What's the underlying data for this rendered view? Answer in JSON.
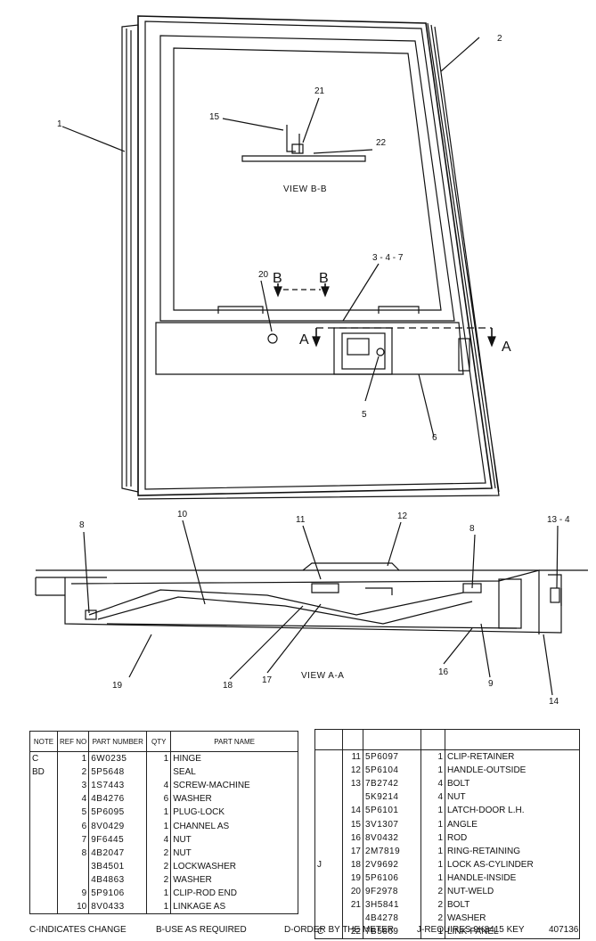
{
  "drawing": {
    "callouts": {
      "c1": "1",
      "c2": "2",
      "c21": "21",
      "c15": "15",
      "c22": "22",
      "c20": "20",
      "c347": "3 - 4 - 7",
      "c5": "5",
      "c6": "6",
      "c8a": "8",
      "c10": "10",
      "c11": "11",
      "c12": "12",
      "c8b": "8",
      "c134": "13 - 4",
      "c19": "19",
      "c18": "18",
      "c17": "17",
      "c16": "16",
      "c9": "9",
      "c14": "14"
    },
    "section_letters": {
      "b_left": "B",
      "b_right": "B",
      "a_left": "A",
      "a_right": "A"
    },
    "view_bb": "VIEW B-B",
    "view_aa": "VIEW A-A"
  },
  "table_headers": {
    "note": "NOTE",
    "ref_no": "REF NO",
    "part_number": "PART NUMBER",
    "qty": "QTY",
    "part_name": "PART NAME"
  },
  "parts_left": [
    {
      "note": "C",
      "ref": "1",
      "pn": "6W0235",
      "qty": "1",
      "name": "HINGE"
    },
    {
      "note": "BD",
      "ref": "2",
      "pn": "5P5648",
      "qty": "",
      "name": "SEAL"
    },
    {
      "note": "",
      "ref": "3",
      "pn": "1S7443",
      "qty": "4",
      "name": "SCREW-MACHINE"
    },
    {
      "note": "",
      "ref": "4",
      "pn": "4B4276",
      "qty": "6",
      "name": "WASHER"
    },
    {
      "note": "",
      "ref": "5",
      "pn": "5P6095",
      "qty": "1",
      "name": "PLUG-LOCK"
    },
    {
      "note": "",
      "ref": "6",
      "pn": "8V0429",
      "qty": "1",
      "name": "CHANNEL AS"
    },
    {
      "note": "",
      "ref": "7",
      "pn": "9F6445",
      "qty": "4",
      "name": "NUT"
    },
    {
      "note": "",
      "ref": "8",
      "pn": "4B2047",
      "qty": "2",
      "name": "NUT"
    },
    {
      "note": "",
      "ref": "",
      "pn": "3B4501",
      "qty": "2",
      "name": "LOCKWASHER"
    },
    {
      "note": "",
      "ref": "",
      "pn": "4B4863",
      "qty": "2",
      "name": "WASHER"
    },
    {
      "note": "",
      "ref": "9",
      "pn": "5P9106",
      "qty": "1",
      "name": "CLIP-ROD END"
    },
    {
      "note": "",
      "ref": "10",
      "pn": "8V0433",
      "qty": "1",
      "name": "LINKAGE AS"
    }
  ],
  "parts_right": [
    {
      "note": "",
      "ref": "11",
      "pn": "5P6097",
      "qty": "1",
      "name": "CLIP-RETAINER"
    },
    {
      "note": "",
      "ref": "12",
      "pn": "5P6104",
      "qty": "1",
      "name": "HANDLE-OUTSIDE"
    },
    {
      "note": "",
      "ref": "13",
      "pn": "7B2742",
      "qty": "4",
      "name": "BOLT"
    },
    {
      "note": "",
      "ref": "",
      "pn": "5K9214",
      "qty": "4",
      "name": "NUT"
    },
    {
      "note": "",
      "ref": "14",
      "pn": "5P6101",
      "qty": "1",
      "name": "LATCH-DOOR L.H."
    },
    {
      "note": "",
      "ref": "15",
      "pn": "3V1307",
      "qty": "1",
      "name": "ANGLE"
    },
    {
      "note": "",
      "ref": "16",
      "pn": "8V0432",
      "qty": "1",
      "name": "ROD"
    },
    {
      "note": "",
      "ref": "17",
      "pn": "2M7819",
      "qty": "1",
      "name": "RING-RETAINING"
    },
    {
      "note": "J",
      "ref": "18",
      "pn": "2V9692",
      "qty": "1",
      "name": "LOCK AS-CYLINDER"
    },
    {
      "note": "",
      "ref": "19",
      "pn": "5P6106",
      "qty": "1",
      "name": "HANDLE-INSIDE"
    },
    {
      "note": "",
      "ref": "20",
      "pn": "9F2978",
      "qty": "2",
      "name": "NUT-WELD"
    },
    {
      "note": "",
      "ref": "21",
      "pn": "3H5841",
      "qty": "2",
      "name": "BOLT"
    },
    {
      "note": "",
      "ref": "",
      "pn": "4B4278",
      "qty": "2",
      "name": "WASHER"
    },
    {
      "note": "C",
      "ref": "22",
      "pn": "7B5869",
      "qty": "1",
      "name": "LINK-PANEL"
    }
  ],
  "legend": {
    "c": "C-INDICATES CHANGE",
    "b": "B-USE AS REQUIRED",
    "d": "D-ORDER BY THE METER",
    "j": "J-REQUIRES 9K8415 KEY",
    "page_id": "407136"
  }
}
